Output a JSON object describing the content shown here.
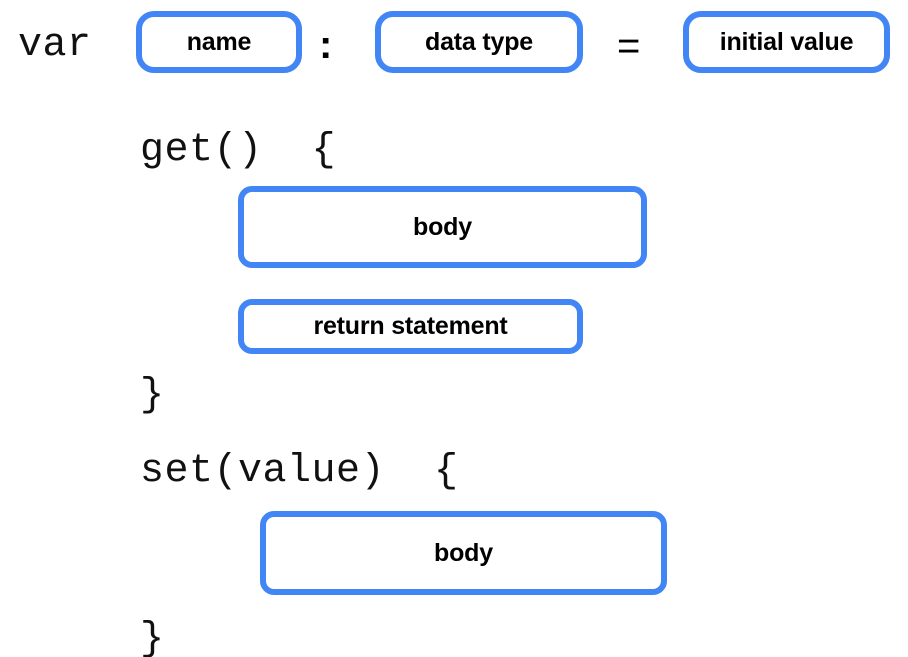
{
  "diagram": {
    "title": "property-declaration-syntax",
    "accent_color": "#4285f4",
    "text_color": "#000000",
    "background_color": "#ffffff"
  },
  "declaration_line": {
    "keyword": "var",
    "name_slot": "name",
    "colon": ":",
    "type_slot": "data type",
    "equals": "=",
    "value_slot": "initial value"
  },
  "getter": {
    "header": "get()  {",
    "body_slot": "body",
    "return_slot": "return statement",
    "closer": "}"
  },
  "setter": {
    "header": "set(value)  {",
    "body_slot": "body",
    "closer": "}"
  }
}
